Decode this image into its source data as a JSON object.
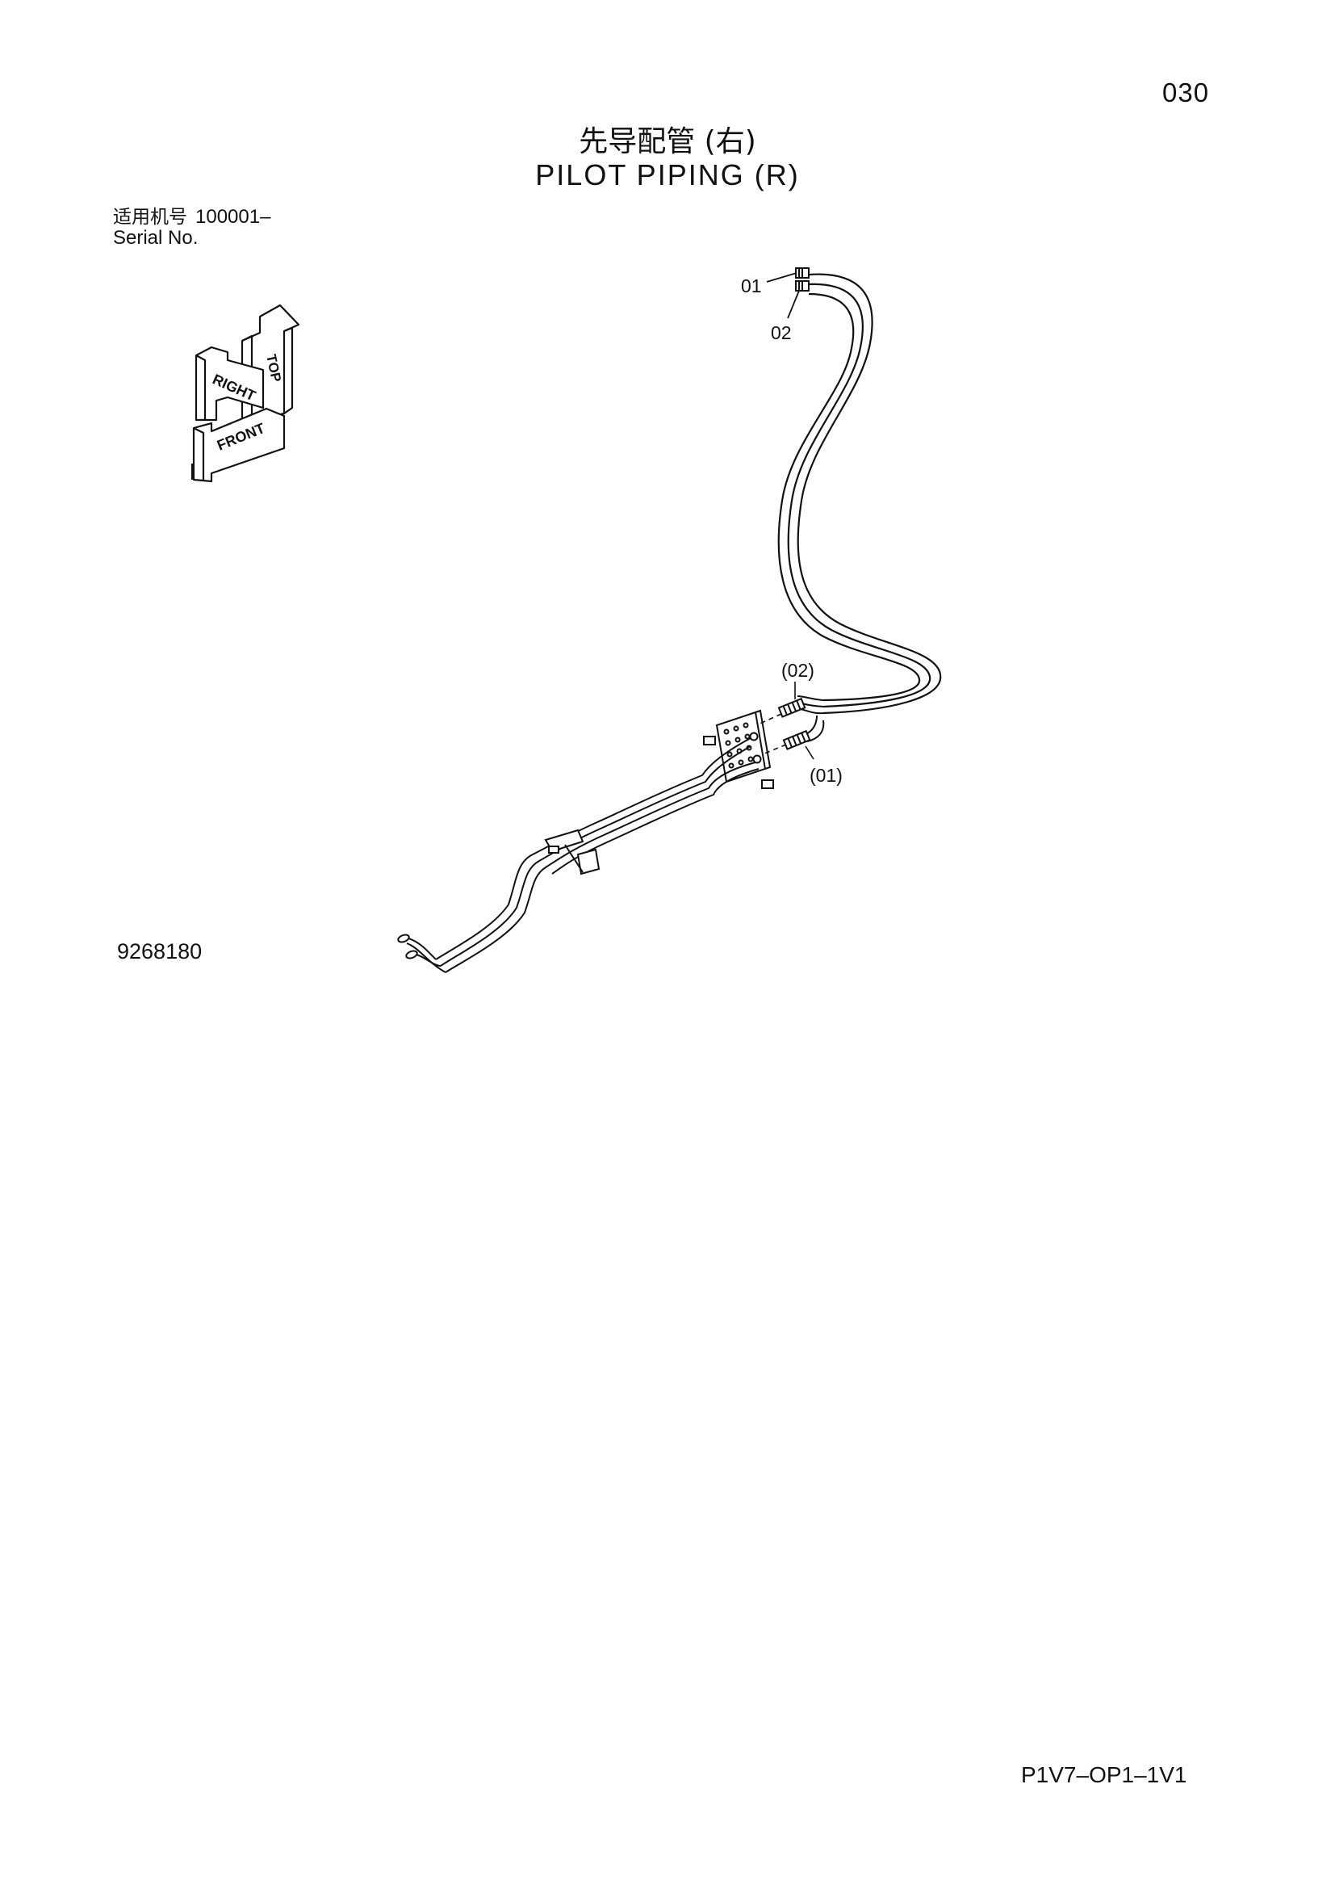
{
  "page": {
    "page_number": "030",
    "title_cn": "先导配管 (右)",
    "title_en": "PILOT PIPING (R)"
  },
  "serial": {
    "label_cn": "适用机号",
    "range": "100001–",
    "label_en": "Serial No."
  },
  "orientation": {
    "top_label": "TOP",
    "right_label": "RIGHT",
    "front_label": "FRONT"
  },
  "callouts": {
    "c01": "01",
    "c02": "02",
    "c02_paren": "(02)",
    "c01_paren": "(01)"
  },
  "drawing_number": "9268180",
  "doc_code": "P1V7–OP1–1V1",
  "colors": {
    "ink": "#111111",
    "paper": "#ffffff"
  }
}
